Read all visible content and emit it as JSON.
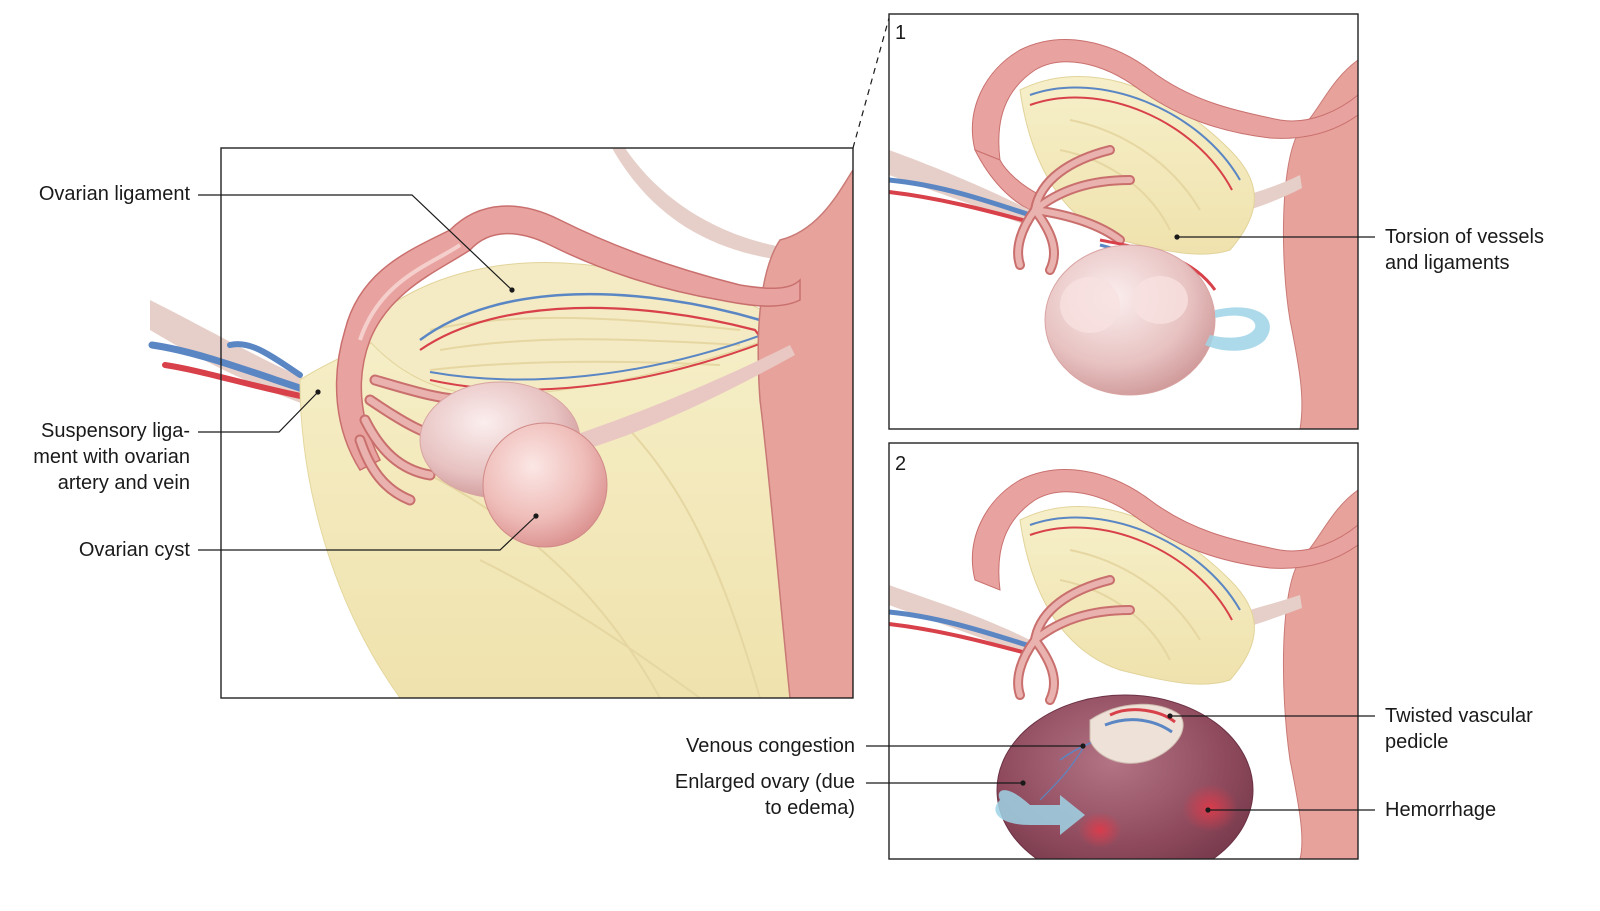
{
  "labels": {
    "ovarian_ligament": "Ovarian ligament",
    "suspensory_1": "Suspensory liga-",
    "suspensory_2": "ment with ovarian",
    "suspensory_3": "artery and vein",
    "ovarian_cyst": "Ovarian cyst",
    "torsion_1": "Torsion of vessels",
    "torsion_2": "and ligaments",
    "venous_congestion": "Venous congestion",
    "enlarged_1": "Enlarged ovary (due",
    "enlarged_2": "to edema)",
    "twisted_1": "Twisted vascular",
    "twisted_2": "pedicle",
    "hemorrhage": "Hemorrhage"
  },
  "panels": {
    "panel1_number": "1",
    "panel2_number": "2"
  },
  "colors": {
    "tube_pink": "#e8a3a0",
    "tube_dark": "#c9706e",
    "ligament_cream": "#f3ecc2",
    "uterus": "#e7a29b",
    "artery": "#d8414a",
    "vein": "#5b86c4",
    "ovary_light": "#f1d3d0",
    "ovary_congested": "#8e4a5c",
    "rotation_arrow": "#9fd3e6",
    "leader": "#1a1a1a"
  }
}
